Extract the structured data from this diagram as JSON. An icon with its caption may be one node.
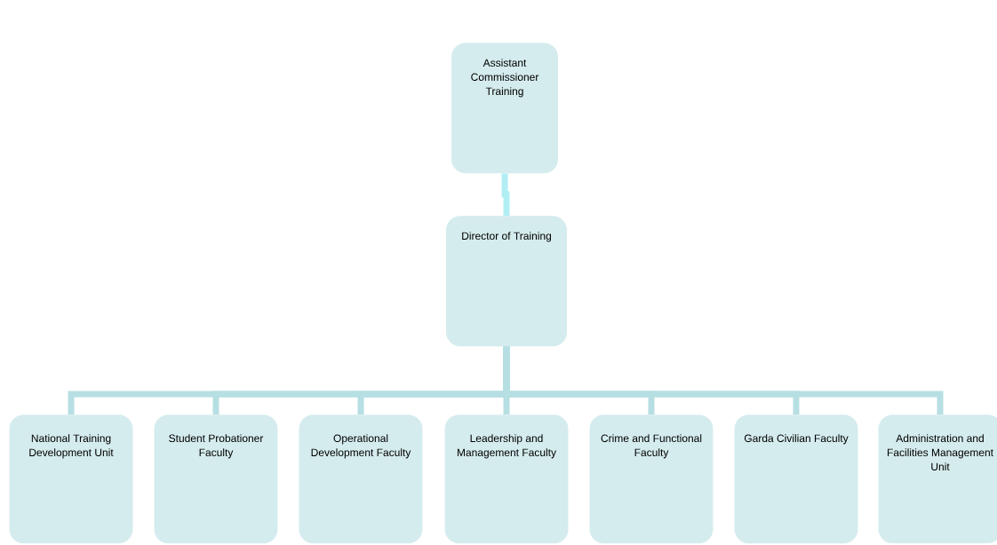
{
  "diagram": {
    "nodes": [
      {
        "text": [
          "Assistant Commissioner Training"
        ]
      },
      {
        "text": [
          "Director of Training"
        ]
      },
      {
        "text": [
          "National Training Development Unit"
        ]
      },
      {
        "text": [
          "Student Probationer Faculty"
        ]
      },
      {
        "text": [
          "Operational Development Faculty"
        ]
      },
      {
        "text": [
          "Leadership and Management Faculty"
        ]
      },
      {
        "text": [
          "Crime and Functional Faculty"
        ]
      },
      {
        "text": [
          "Garda Civilian Faculty"
        ]
      },
      {
        "text": [
          "Administration and Facilities Management Unit"
        ]
      }
    ],
    "edges": [
      {
        "from": 0,
        "to": 1,
        "arrow": "none",
        "color": "#b0eef4"
      },
      {
        "from": 1,
        "to": 2,
        "arrow": "none"
      },
      {
        "from": 1,
        "to": 3,
        "arrow": "none"
      },
      {
        "from": 1,
        "to": 4,
        "arrow": "none"
      },
      {
        "from": 1,
        "to": 5,
        "arrow": "none"
      },
      {
        "from": 1,
        "to": 6,
        "arrow": "none"
      },
      {
        "from": 1,
        "to": 7,
        "arrow": "none"
      },
      {
        "from": 1,
        "to": 8,
        "arrow": "none"
      }
    ]
  }
}
